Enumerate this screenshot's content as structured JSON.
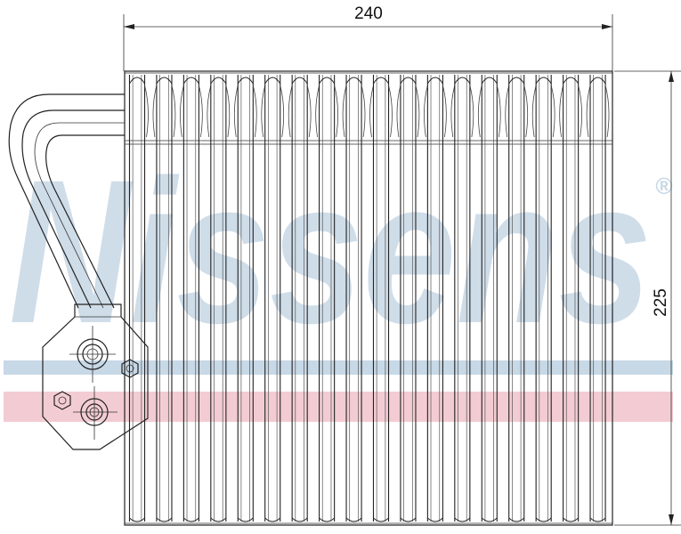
{
  "dimensions": {
    "width_label": "240",
    "height_label": "225"
  },
  "watermark": {
    "brand": "Nissens",
    "registered_mark": "®",
    "blue": "#c7d8e6",
    "red": "#f3ccd3"
  },
  "evaporator": {
    "tube_count": 18
  }
}
